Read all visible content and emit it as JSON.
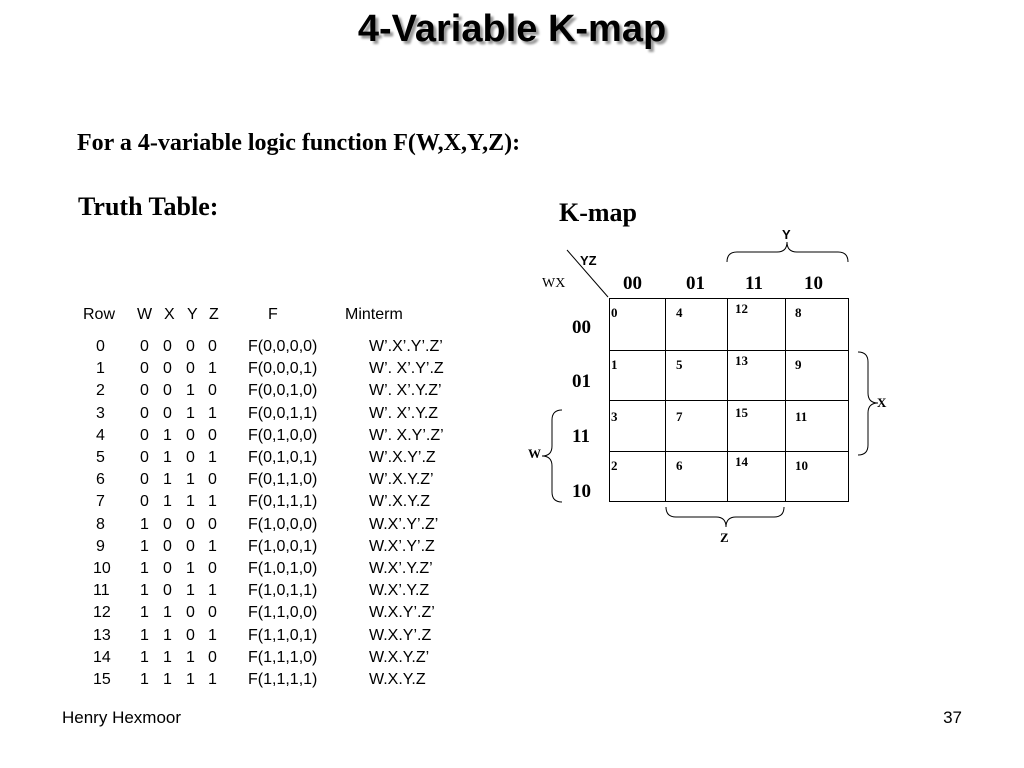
{
  "title": "4-Variable K-map",
  "subtitle": "For a  4-variable logic function F(W,X,Y,Z):",
  "truth_table": {
    "label": "Truth Table:",
    "headers": {
      "row": "Row",
      "w": "W",
      "x": "X",
      "y": "Y",
      "z": "Z",
      "f": "F",
      "minterm": "Minterm"
    },
    "rows": [
      [
        "0",
        "0",
        "0",
        "0",
        "0",
        "F(0,0,0,0)",
        "W’.X’.Y’.Z’"
      ],
      [
        "1",
        "0",
        "0",
        "0",
        "1",
        "F(0,0,0,1)",
        "W’. X’.Y’.Z"
      ],
      [
        "2",
        "0",
        "0",
        "1",
        "0",
        "F(0,0,1,0)",
        "W’. X’.Y.Z’"
      ],
      [
        "3",
        "0",
        "0",
        "1",
        "1",
        "F(0,0,1,1)",
        "W’. X’.Y.Z"
      ],
      [
        "4",
        "0",
        "1",
        "0",
        "0",
        "F(0,1,0,0)",
        "W’. X.Y’.Z’"
      ],
      [
        "5",
        "0",
        "1",
        "0",
        "1",
        "F(0,1,0,1)",
        "W’.X.Y’.Z"
      ],
      [
        "6",
        "0",
        "1",
        "1",
        "0",
        "F(0,1,1,0)",
        "W’.X.Y.Z’"
      ],
      [
        "7",
        "0",
        "1",
        "1",
        "1",
        "F(0,1,1,1)",
        "W’.X.Y.Z"
      ],
      [
        "8",
        "1",
        "0",
        "0",
        "0",
        "F(1,0,0,0)",
        "W.X’.Y’.Z’"
      ],
      [
        "9",
        "1",
        "0",
        "0",
        "1",
        "F(1,0,0,1)",
        "W.X’.Y’.Z"
      ],
      [
        "10",
        "1",
        "0",
        "1",
        "0",
        "F(1,0,1,0)",
        "W.X’.Y.Z’"
      ],
      [
        "11",
        "1",
        "0",
        "1",
        "1",
        "F(1,0,1,1)",
        "W.X’.Y.Z"
      ],
      [
        "12",
        "1",
        "1",
        "0",
        "0",
        "F(1,1,0,0)",
        "W.X.Y’.Z’"
      ],
      [
        "13",
        "1",
        "1",
        "0",
        "1",
        "F(1,1,0,1)",
        "W.X.Y’.Z"
      ],
      [
        "14",
        "1",
        "1",
        "1",
        "0",
        "F(1,1,1,0)",
        "W.X.Y.Z’"
      ],
      [
        "15",
        "1",
        "1",
        "1",
        "1",
        "F(1,1,1,1)",
        "W.X.Y.Z"
      ]
    ]
  },
  "kmap": {
    "label": "K-map",
    "corner_top": "YZ",
    "corner_left": "WX",
    "col_headers": [
      "00",
      "01",
      "11",
      "10"
    ],
    "row_headers": [
      "00",
      "01",
      "11",
      "10"
    ],
    "cells": [
      [
        "0",
        "4",
        "12",
        "8"
      ],
      [
        "1",
        "5",
        "13",
        "9"
      ],
      [
        "3",
        "7",
        "15",
        "11"
      ],
      [
        "2",
        "6",
        "14",
        "10"
      ]
    ],
    "brace_labels": {
      "y": "Y",
      "x": "X",
      "w": "W",
      "z": "Z"
    }
  },
  "footer": {
    "author": "Henry Hexmoor",
    "page": "37"
  }
}
